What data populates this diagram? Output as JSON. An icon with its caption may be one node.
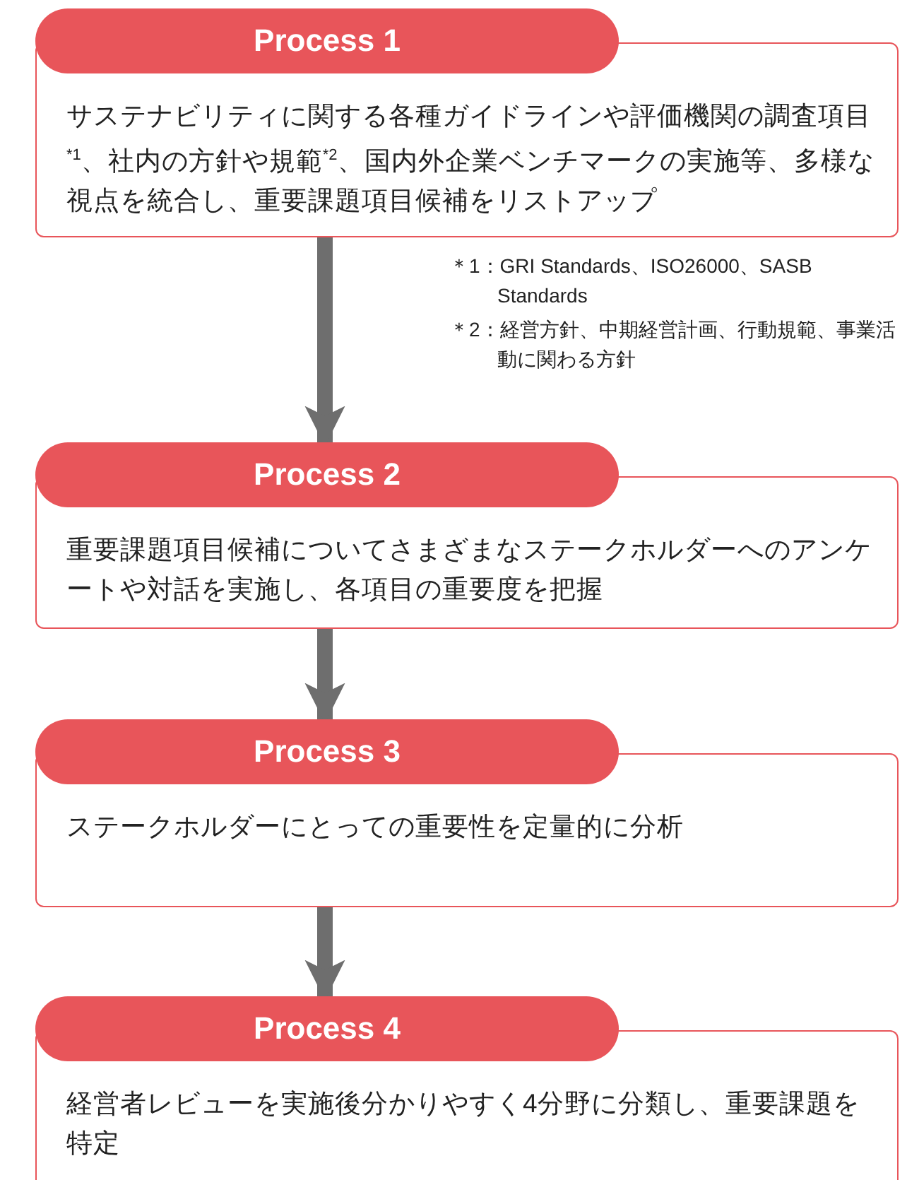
{
  "diagram": {
    "nodes": [
      {
        "text": [
          "Process 1",
          "サステナビリティに関する各種ガイドラインや評価機関の調査項目$^{*1}$、社内の方針や規範$^{*2}$、国内外企業ベンチマークの実施等、多様な視点を統合し、重要課題項目候補をリストアップ"
        ]
      },
      {
        "text": [
          "Process 2",
          "重要課題項目候補についてさまざまなステークホルダーへのアンケートや対話を実施し、各項目の重要度を把握"
        ]
      },
      {
        "text": [
          "Process 3",
          "ステークホルダーにとっての重要性を定量的に分析"
        ]
      },
      {
        "text": [
          "Process 4",
          "経営者レビューを実施後分かりやすく4分野に分類し、重要課題を特定"
        ]
      }
    ],
    "edges": [
      {
        "from": 0,
        "to": 1,
        "arrow": "to"
      },
      {
        "from": 1,
        "to": 2,
        "arrow": "to"
      },
      {
        "from": 2,
        "to": 3,
        "arrow": "to"
      }
    ],
    "labels": [
      "＊1：GRI Standards、ISO26000、SASB Standards",
      "＊2：経営方針、中期経営計画、行動規範、事業活動に関わる方針"
    ]
  }
}
